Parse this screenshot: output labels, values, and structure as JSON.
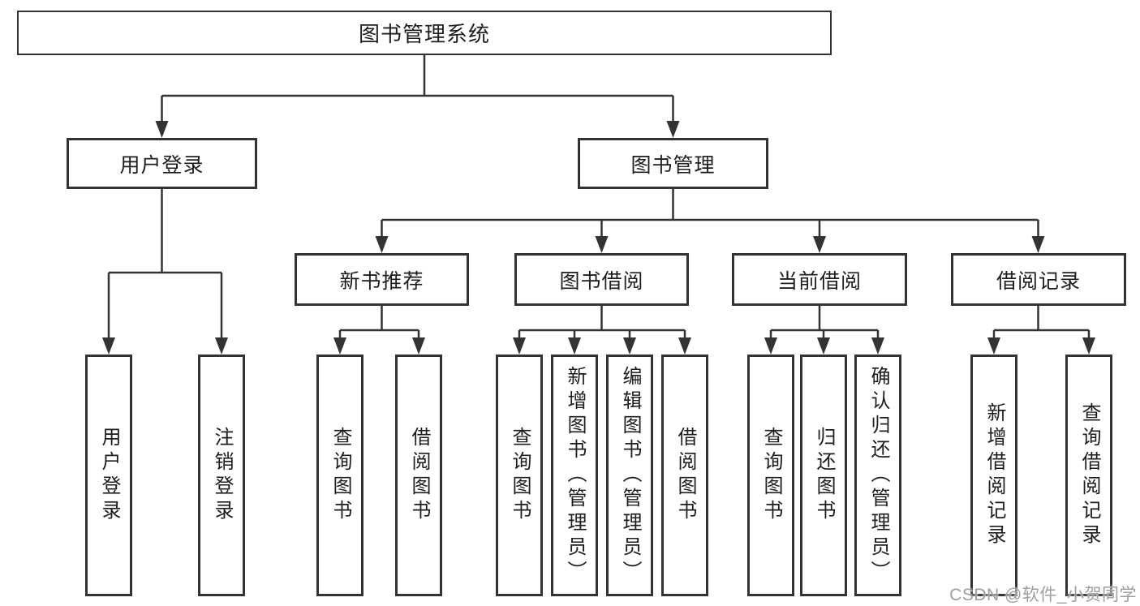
{
  "colors": {
    "line": "#333333",
    "text": "#1d1d1f",
    "background": "#ffffff",
    "watermark_gray": "#9d9da2"
  },
  "tree": {
    "root": {
      "label": "图书管理系统",
      "children": [
        {
          "label": "用户登录",
          "children": [
            {
              "label": "用户登录"
            },
            {
              "label": "注销登录"
            }
          ]
        },
        {
          "label": "图书管理",
          "children": [
            {
              "label": "新书推荐",
              "children": [
                {
                  "label": "查询图书"
                },
                {
                  "label": "借阅图书"
                }
              ]
            },
            {
              "label": "图书借阅",
              "children": [
                {
                  "label": "查询图书"
                },
                {
                  "label": "新增图书（管理员）"
                },
                {
                  "label": "编辑图书（管理员）"
                },
                {
                  "label": "借阅图书"
                }
              ]
            },
            {
              "label": "当前借阅",
              "children": [
                {
                  "label": "查询图书"
                },
                {
                  "label": "归还图书"
                },
                {
                  "label": "确认归还（管理员）"
                }
              ]
            },
            {
              "label": "借阅记录",
              "children": [
                {
                  "label": "新增借阅记录"
                },
                {
                  "label": "查询借阅记录"
                }
              ]
            }
          ]
        }
      ]
    }
  },
  "watermark": {
    "text": "CSDN @软件_小贺同学"
  }
}
